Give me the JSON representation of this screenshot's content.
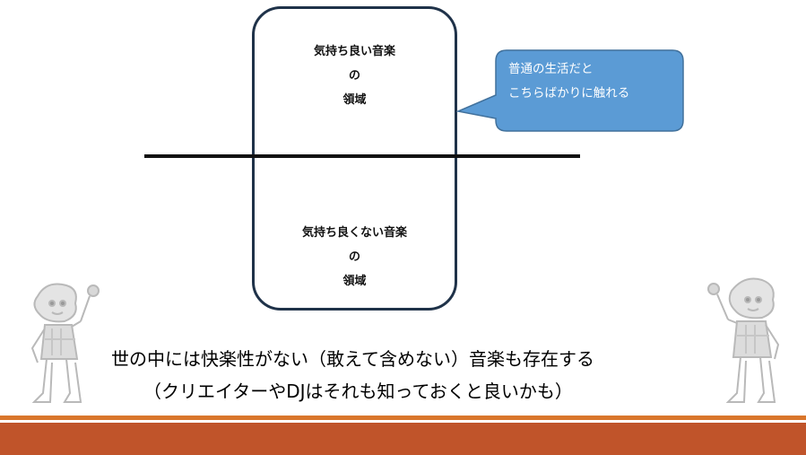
{
  "diagram": {
    "upper_region": {
      "line1": "気持ち良い音楽",
      "line2": "の",
      "line3": "領域"
    },
    "lower_region": {
      "line1": "気持ち良くない音楽",
      "line2": "の",
      "line3": "領域"
    },
    "callout": {
      "line1": "普通の生活だと",
      "line2": "こちらばかりに触れる",
      "fill_color": "#5b9bd5",
      "border_color": "#41719c"
    },
    "box_border_color": "#1f3249"
  },
  "caption": {
    "line1": "世の中には快楽性がない（敢えて含めない）音楽も存在する",
    "line2": "（クリエイターやDJはそれも知っておくと良いかも）"
  },
  "footer": {
    "accent_color": "#d9762b",
    "band_color": "#c0542a"
  },
  "mascot_icon": "waving-character-icon"
}
